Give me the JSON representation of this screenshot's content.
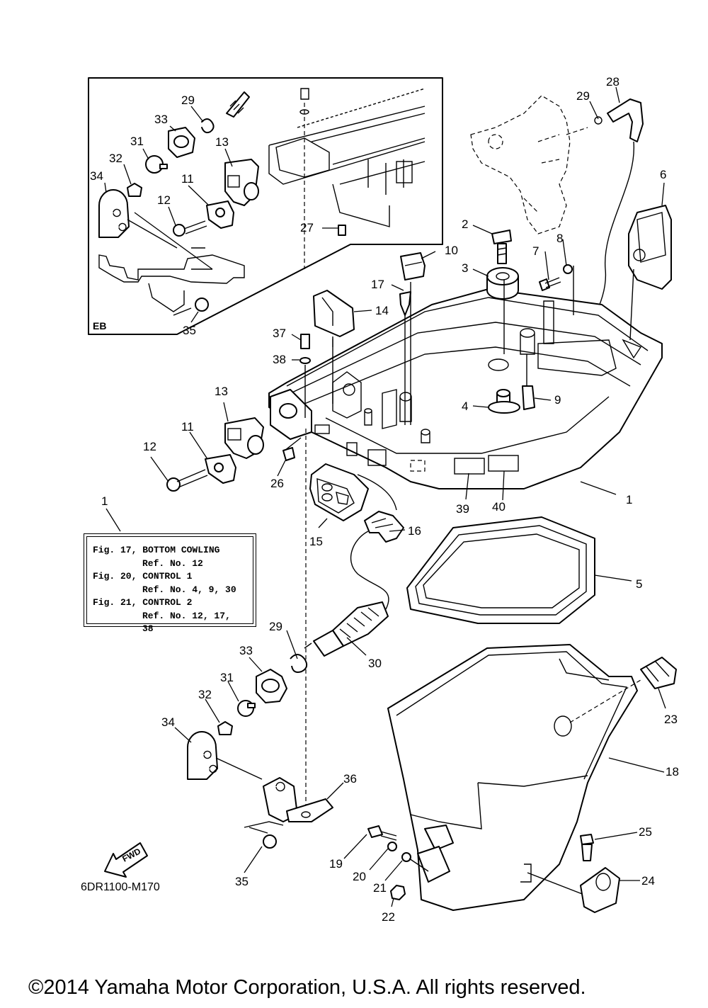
{
  "diagram_code": "6DR1100-M170",
  "copyright": "©2014 Yamaha Motor Corporation, U.S.A. All rights reserved.",
  "inset_label": "EB",
  "fwd_label": "FWD",
  "legend": {
    "ref_callout": "1",
    "lines": [
      "Fig. 17, BOTTOM COWLING",
      "Ref. No. 12",
      "Fig. 20, CONTROL 1",
      "Ref. No. 4, 9, 30",
      "Fig. 21, CONTROL 2",
      "Ref. No. 12, 17, 38"
    ]
  },
  "callouts": {
    "c1": "1",
    "c1b": "1",
    "c2": "2",
    "c3": "3",
    "c4": "4",
    "c5": "5",
    "c6": "6",
    "c7": "7",
    "c8": "8",
    "c9": "9",
    "c10": "10",
    "c11": "11",
    "c12": "12",
    "c13": "13",
    "c14": "14",
    "c15": "15",
    "c16": "16",
    "c17": "17",
    "c18": "18",
    "c19": "19",
    "c20": "20",
    "c21": "21",
    "c22": "22",
    "c23": "23",
    "c24": "24",
    "c25": "25",
    "c26": "26",
    "c27": "27",
    "c28": "28",
    "c29a": "29",
    "c29b": "29",
    "c30": "30",
    "c31a": "31",
    "c31b": "31",
    "c32a": "32",
    "c32b": "32",
    "c33a": "33",
    "c33b": "33",
    "c34a": "34",
    "c34b": "34",
    "c35a": "35",
    "c35b": "35",
    "c36": "36",
    "c37": "37",
    "c38": "38",
    "c39": "39",
    "c40": "40",
    "c11i": "11",
    "c12i": "12",
    "c13i": "13"
  }
}
